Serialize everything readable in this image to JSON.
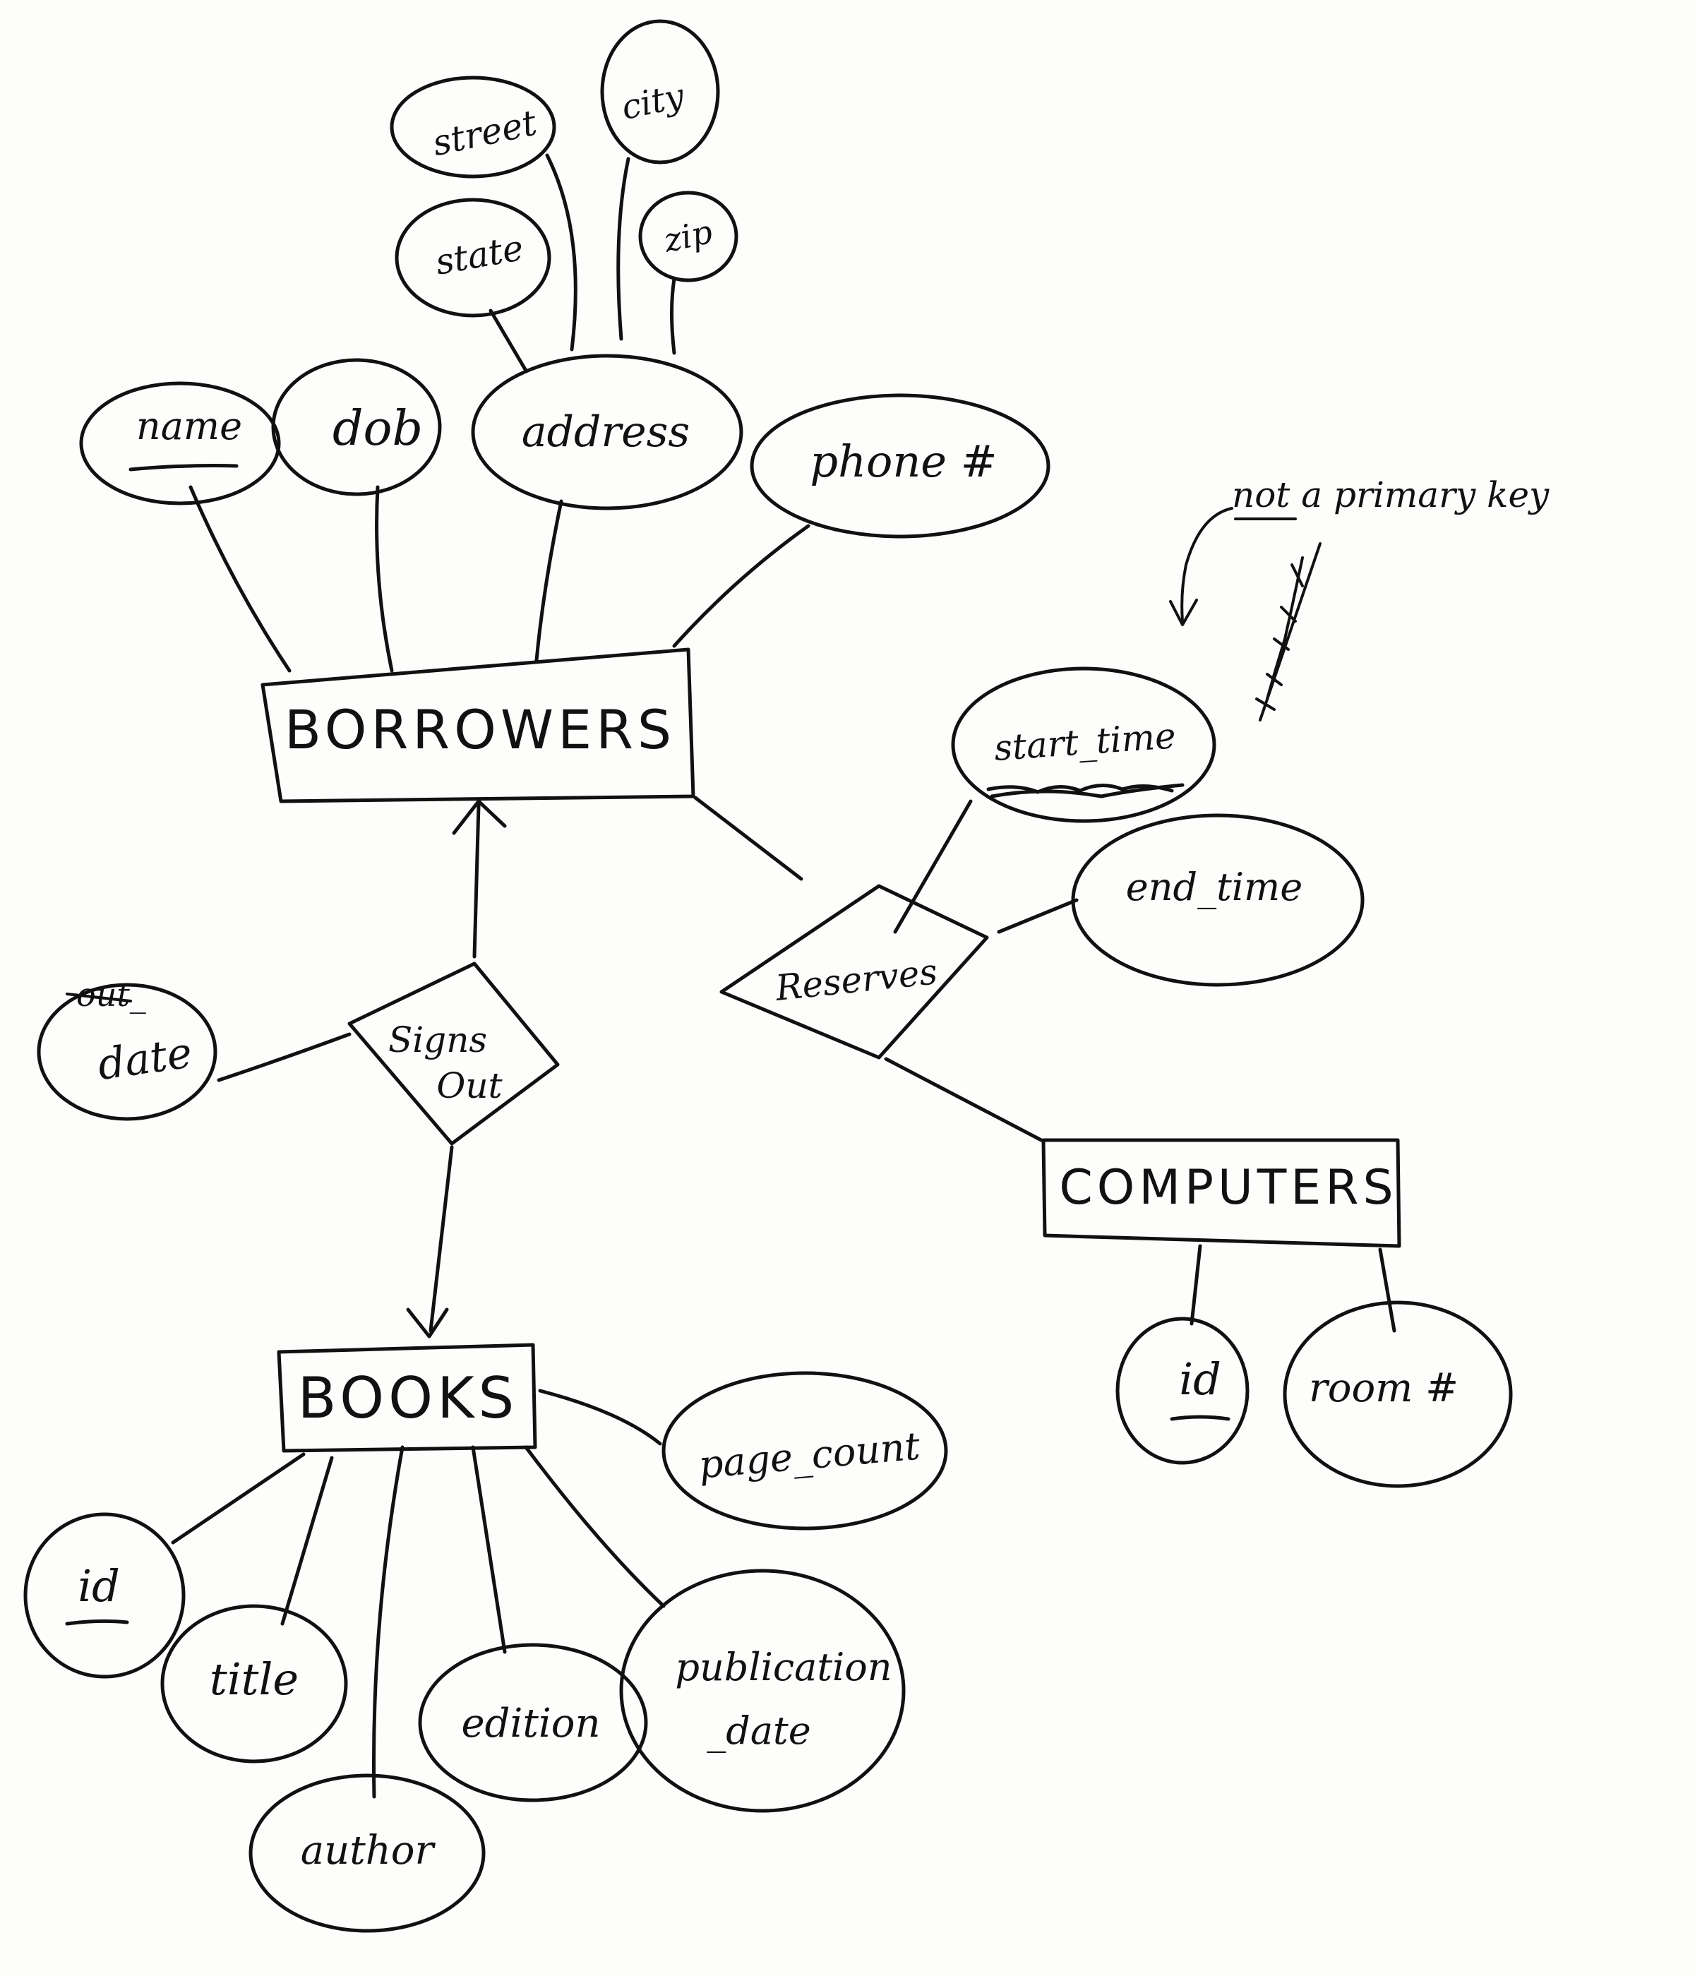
{
  "entities": {
    "borrowers": "BORROWERS",
    "books": "BOOKS",
    "computers": "COMPUTERS"
  },
  "relationships": {
    "signs_out_line1": "Signs",
    "signs_out_line2": "Out",
    "reserves": "Reserves"
  },
  "attributes": {
    "borrowers": {
      "name": "name",
      "dob": "dob",
      "address": "address",
      "phone": "phone #",
      "street": "street",
      "city": "city",
      "state": "state",
      "zip": "zip"
    },
    "signs_out": {
      "date": "date",
      "date_struck": "out_"
    },
    "reserves": {
      "start_time": "start_time",
      "end_time": "end_time"
    },
    "books": {
      "id": "id",
      "title": "title",
      "author": "author",
      "edition": "edition",
      "publication_line1": "publication",
      "publication_line2": "_date",
      "page_count": "page_count"
    },
    "computers": {
      "id": "id",
      "room": "room #"
    }
  },
  "annotation": "not a primary key"
}
